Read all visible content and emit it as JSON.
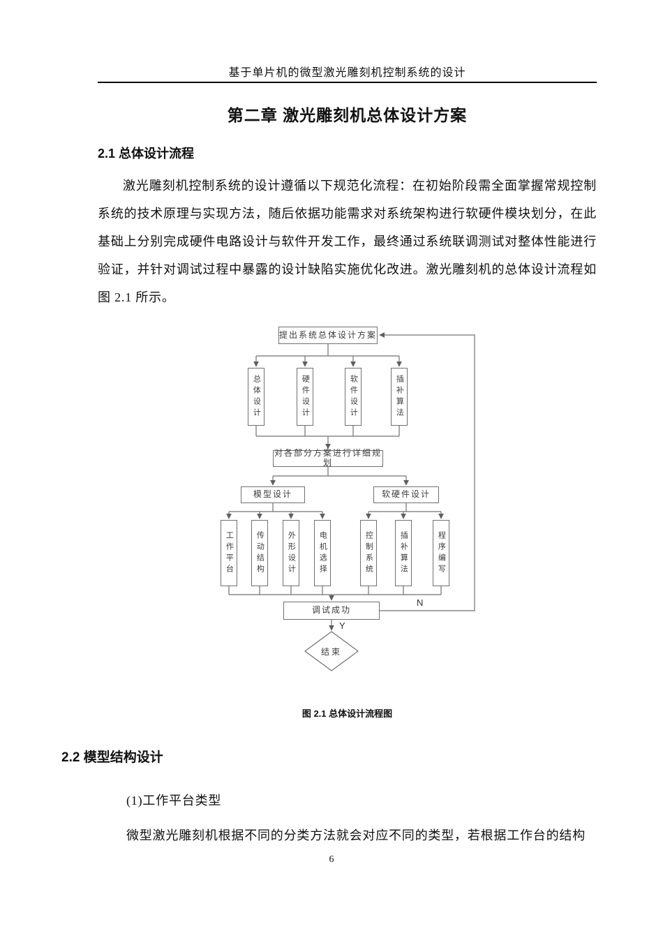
{
  "page": {
    "running_head": "基于单片机的微型激光雕刻机控制系统的设计",
    "chapter_title": "第二章 激光雕刻机总体设计方案",
    "page_number": "6"
  },
  "section_2_1": {
    "heading": "2.1 总体设计流程",
    "paragraph": "激光雕刻机控制系统的设计遵循以下规范化流程：在初始阶段需全面掌握常规控制系统的技术原理与实现方法，随后依据功能需求对系统架构进行软硬件模块划分，在此基础上分别完成硬件电路设计与软件开发工作，最终通过系统联调测试对整体性能进行验证，并针对调试过程中暴露的设计缺陷实施优化改进。激光雕刻机的总体设计流程如图 2.1 所示。"
  },
  "figure": {
    "caption": "图 2.1 总体设计流程图",
    "flowchart": {
      "top": "提出系统总体设计方案",
      "branches": [
        "总体设计",
        "硬件设计",
        "软件设计",
        "插补算法"
      ],
      "plan": "对各部分方案进行详细规划",
      "model_design": "模型设计",
      "hw_sw_design": "软硬件设计",
      "model_items": [
        "工作平台",
        "传动结构",
        "外形设计",
        "电机选择"
      ],
      "hwsw_items": [
        "控制系统",
        "插补算法",
        "程序编写"
      ],
      "debug": "调试成功",
      "end": "结束",
      "no_label": "N",
      "yes_label": "Y"
    }
  },
  "section_2_2": {
    "heading": "2.2 模型结构设计",
    "item": "(1)工作平台类型",
    "text": "微型激光雕刻机根据不同的分类方法就会对应不同的类型，若根据工作台的结构"
  }
}
